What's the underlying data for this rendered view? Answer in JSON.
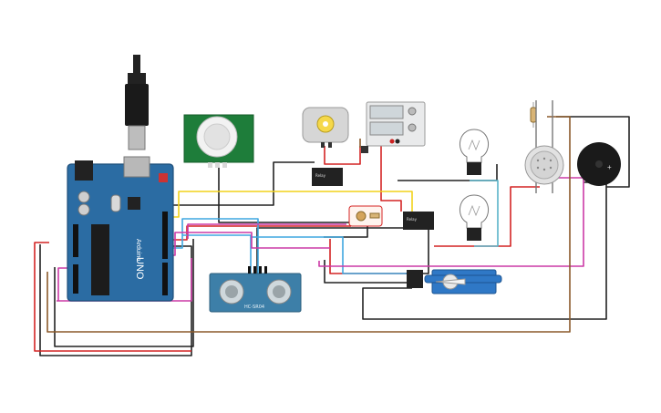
{
  "labels": {
    "arduino_brand": "Arduino",
    "arduino_model": "UNO",
    "relay_text": "Relay",
    "relay2_text": "Relay",
    "sonar_text": "HC-SR04"
  },
  "colors": {
    "board": "#2b6ca3",
    "board_dark": "#1f4f7a",
    "wire_black": "#222222",
    "wire_red": "#d42424",
    "wire_yellow": "#f2d21a",
    "wire_blue": "#3fa7e0",
    "wire_magenta": "#cc3aa6",
    "wire_brown": "#8b5a2b",
    "wire_cyan": "#5ab4c9",
    "pcb_green": "#1e7d3a",
    "sonar_blue": "#3d7fa8",
    "servo_blue": "#2f78c6"
  },
  "components": [
    "arduino-uno",
    "usb-cable",
    "pir-sensor",
    "dc-motor",
    "power-supply",
    "relay-1",
    "relay-2",
    "light-bulb-1",
    "light-bulb-2",
    "force-sensor",
    "piezo-buzzer",
    "photoresistor",
    "ultrasonic-sensor",
    "servo-motor",
    "resistor"
  ]
}
